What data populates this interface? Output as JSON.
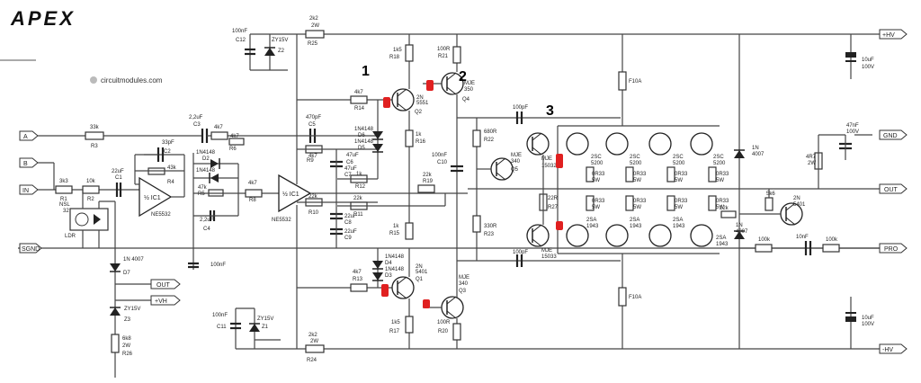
{
  "logo": "APEX",
  "watermark": "circuitmodules.com",
  "annotations": {
    "n1": "1",
    "n2": "2",
    "n3": "3"
  },
  "terminals": {
    "a": "A",
    "b": "B",
    "in": "IN",
    "sgnd": "SGND",
    "out": "OUT",
    "vh": "+VH",
    "hv_plus": "+HV",
    "gnd": "GND",
    "pro": "PRO",
    "hv_minus": "-HV"
  },
  "outputs": {
    "top_type": "2SC",
    "top_part": "5200",
    "bot_type": "2SA",
    "bot_part": "1943",
    "emitter_value": "0R33",
    "emitter_power": "5W"
  },
  "components": {
    "r3": {
      "ref": "R3",
      "value": "33k"
    },
    "r1": {
      "ref": "R1",
      "value": "3k3"
    },
    "r2": {
      "ref": "R2",
      "value": "10k"
    },
    "c1": {
      "ref": "C1",
      "value": "22uF"
    },
    "ldr": {
      "ref": "LDR",
      "part": "NSL",
      "value": "32"
    },
    "ic1a": {
      "label": "½ IC1",
      "part": "NE5532"
    },
    "ic1b": {
      "label": "½ IC1",
      "part": "NE5532"
    },
    "c2": {
      "ref": "C2",
      "value": "33pF"
    },
    "r4": {
      "ref": "R4",
      "value": "43k"
    },
    "d7": {
      "ref": "D7",
      "value": "1N 4007"
    },
    "z3": {
      "ref": "Z3",
      "value": "ZY15V"
    },
    "r26": {
      "ref": "R26",
      "value": "6k8",
      "power": "2W"
    },
    "c3": {
      "ref": "C3",
      "value": "2,2uF"
    },
    "r7": {
      "ref": "R7",
      "value": "4k7"
    },
    "r6": {
      "ref": "R6",
      "value": "4k7"
    },
    "d2": {
      "ref": "D2",
      "value": "1N4148"
    },
    "d1": {
      "ref": "D1",
      "value": "1N4148"
    },
    "r5": {
      "ref": "R5",
      "value": "47k"
    },
    "c4": {
      "ref": "C4",
      "value": "2,2uF"
    },
    "c_bypass": {
      "value": "100nF"
    },
    "r8": {
      "ref": "R8",
      "value": "4k7"
    },
    "c5": {
      "ref": "C5",
      "value": "470pF"
    },
    "r9": {
      "ref": "R9",
      "value": "4k7"
    },
    "r12": {
      "ref": "R12",
      "value": "1k"
    },
    "r10": {
      "ref": "R10",
      "value": "22k"
    },
    "r11": {
      "ref": "R11",
      "value": "22k"
    },
    "c6": {
      "ref": "C6",
      "value": "47uF"
    },
    "c7": {
      "ref": "C7",
      "value": "47uF"
    },
    "c8": {
      "ref": "C8",
      "value": "22uF"
    },
    "c9": {
      "ref": "C9",
      "value": "22uF"
    },
    "r19": {
      "ref": "R19",
      "value": "22k"
    },
    "c12": {
      "ref": "C12",
      "value": "100nF"
    },
    "z2": {
      "ref": "Z2",
      "value": "ZY15V"
    },
    "r25": {
      "ref": "R25",
      "value": "2k2",
      "power": "2W"
    },
    "c11": {
      "ref": "C11",
      "value": "100nF"
    },
    "z1": {
      "ref": "Z1",
      "value": "ZY15V"
    },
    "r24": {
      "ref": "R24",
      "value": "2k2",
      "power": "2W"
    },
    "r14": {
      "ref": "R14",
      "value": "4k7"
    },
    "q2": {
      "ref": "Q2",
      "type": "2N",
      "part": "5551"
    },
    "r18": {
      "ref": "R18",
      "value": "1k5"
    },
    "r16": {
      "ref": "R16",
      "value": "1k"
    },
    "r15": {
      "ref": "R15",
      "value": "1k"
    },
    "d6": {
      "ref": "D6",
      "value": "1N4148"
    },
    "d5": {
      "ref": "D5",
      "value": "1N4148"
    },
    "d4": {
      "ref": "D4",
      "value": "1N4148"
    },
    "d3": {
      "ref": "D3",
      "value": "1N4148"
    },
    "r13": {
      "ref": "R13",
      "value": "4k7"
    },
    "q1": {
      "ref": "Q1",
      "type": "2N",
      "part": "5401"
    },
    "r17": {
      "ref": "R17",
      "value": "1k5"
    },
    "r21": {
      "ref": "R21",
      "value": "100R"
    },
    "q4": {
      "ref": "Q4",
      "type": "MJE",
      "part": "350"
    },
    "c10": {
      "ref": "C10",
      "value": "100nF"
    },
    "q3": {
      "ref": "Q3",
      "type": "MJE",
      "part": "340"
    },
    "r20": {
      "ref": "R20",
      "value": "100R"
    },
    "r22": {
      "ref": "R22",
      "value": "680R"
    },
    "r23": {
      "ref": "R23",
      "value": "330R"
    },
    "q5": {
      "ref": "Q5",
      "type": "MJE",
      "part": "340"
    },
    "c_drv1": {
      "value": "100pF"
    },
    "c_drv2": {
      "value": "100pF"
    },
    "drv_top": {
      "part": "MJE",
      "num": "15032"
    },
    "drv_bot": {
      "part": "MJE",
      "num": "15033"
    },
    "r27": {
      "ref": "R27",
      "value": "22R"
    },
    "fuse_top": {
      "value": "F10A"
    },
    "fuse_bot": {
      "value": "F10A"
    },
    "d_top": {
      "value": "1N",
      "part": "4007"
    },
    "d_bot": {
      "value": "1N",
      "part": "4007"
    },
    "r_22k_right": {
      "value": "22k"
    },
    "r_5k6": {
      "value": "5k6"
    },
    "q6": {
      "type": "2N",
      "part": "5401"
    },
    "r_100k_a": {
      "value": "100k"
    },
    "c_10nf": {
      "value": "10nF"
    },
    "r_100k_b": {
      "value": "100k"
    },
    "r_4r7": {
      "value": "4R7",
      "power": "2W"
    },
    "c_47nf": {
      "value": "47nF",
      "rating": "100V"
    },
    "c_hv_top": {
      "value": "10uF",
      "rating": "100V"
    },
    "c_hv_bot": {
      "value": "10uF",
      "rating": "100V"
    }
  }
}
